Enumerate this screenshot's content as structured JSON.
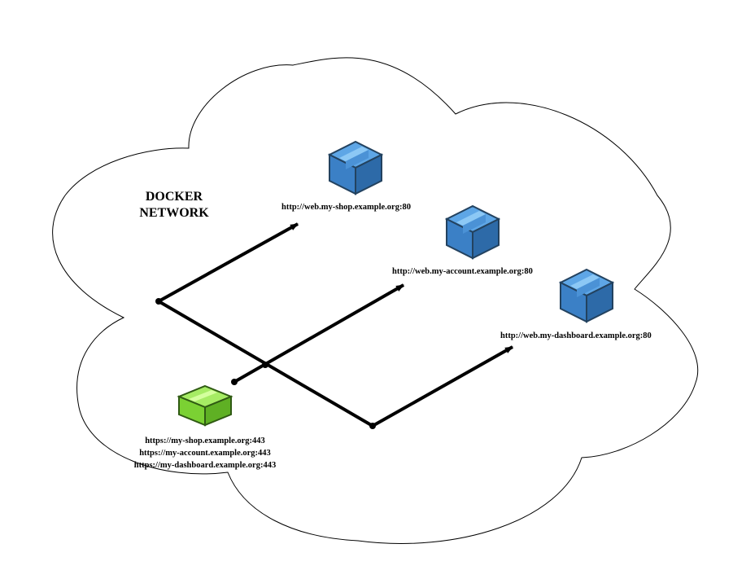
{
  "network": {
    "title_line1": "DOCKER",
    "title_line2": "NETWORK"
  },
  "services": [
    {
      "url": "http://web.my-shop.example.org:80",
      "icon": "container-icon",
      "color": "#3a7cc4"
    },
    {
      "url": "http://web.my-account.example.org:80",
      "icon": "container-icon",
      "color": "#3a7cc4"
    },
    {
      "url": "http://web.my-dashboard.example.org:80",
      "icon": "container-icon",
      "color": "#3a7cc4"
    }
  ],
  "proxy": {
    "icon": "proxy-container-icon",
    "color": "#7ed63a",
    "hosts": [
      "https://my-shop.example.org:443",
      "https://my-account.example.org:443",
      "https://my-dashboard.example.org:443"
    ]
  }
}
